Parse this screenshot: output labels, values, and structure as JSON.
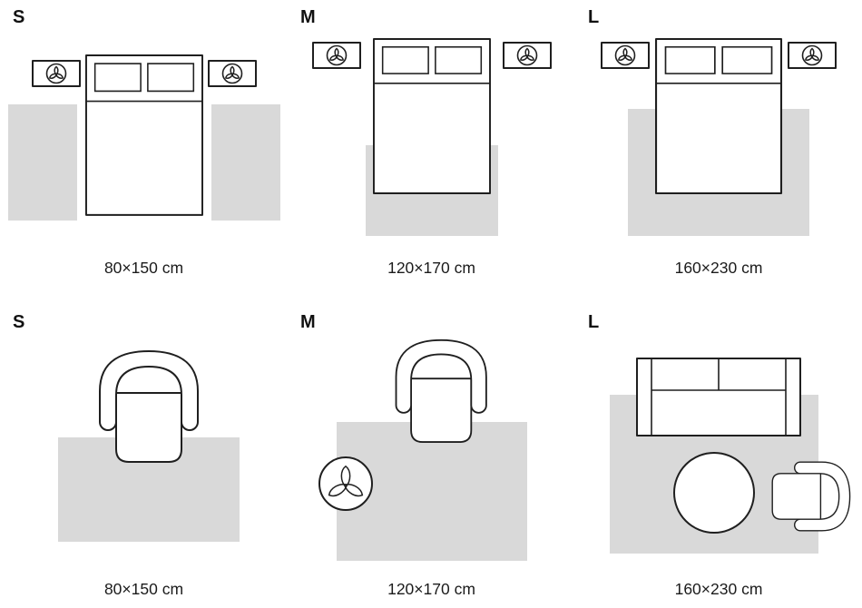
{
  "colors": {
    "rug": "#d9d9d9",
    "line": "#1f1f1f",
    "background": "#ffffff"
  },
  "icons": {
    "nightstand_decor": "fan-icon",
    "planter": "plant-icon"
  },
  "rows": [
    {
      "name": "bedroom",
      "panels": [
        {
          "size_label": "S",
          "dimensions": "80×150 cm"
        },
        {
          "size_label": "M",
          "dimensions": "120×170 cm"
        },
        {
          "size_label": "L",
          "dimensions": "160×230 cm"
        }
      ]
    },
    {
      "name": "living-room",
      "panels": [
        {
          "size_label": "S",
          "dimensions": "80×150 cm"
        },
        {
          "size_label": "M",
          "dimensions": "120×170 cm"
        },
        {
          "size_label": "L",
          "dimensions": "160×230 cm"
        }
      ]
    }
  ]
}
